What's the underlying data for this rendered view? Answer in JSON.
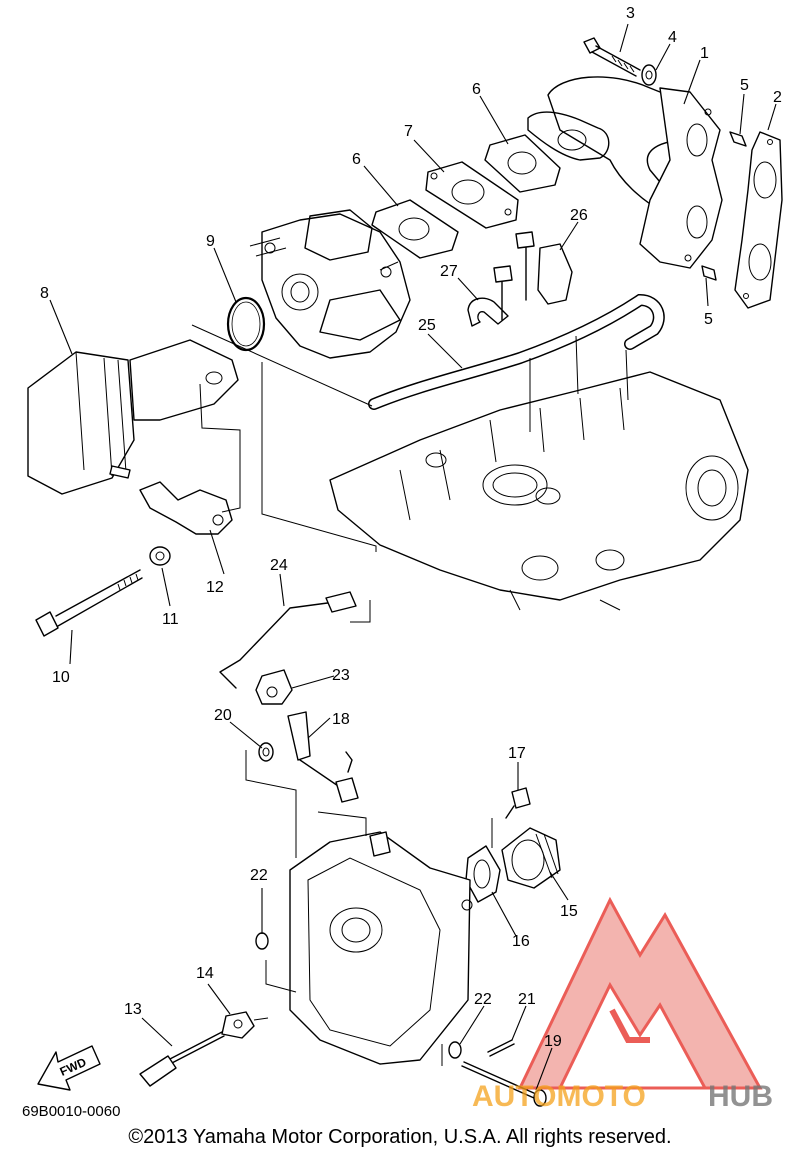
{
  "diagram": {
    "callouts": [
      "1",
      "2",
      "3",
      "4",
      "5",
      "5",
      "6",
      "6",
      "7",
      "8",
      "9",
      "10",
      "11",
      "12",
      "13",
      "14",
      "15",
      "16",
      "17",
      "18",
      "19",
      "20",
      "21",
      "22",
      "22",
      "23",
      "24",
      "25",
      "26",
      "27"
    ],
    "fwd_label": "FWD",
    "code": "69B0010-0060",
    "copyright": "©2013 Yamaha Motor Corporation, U.S.A. All rights reserved."
  },
  "watermark": {
    "brand_part1": "AUTOMOTO",
    "brand_part2": "HUB",
    "color_red": "#e8413a",
    "color_orange": "#f5a21d",
    "color_gray": "#777777"
  }
}
